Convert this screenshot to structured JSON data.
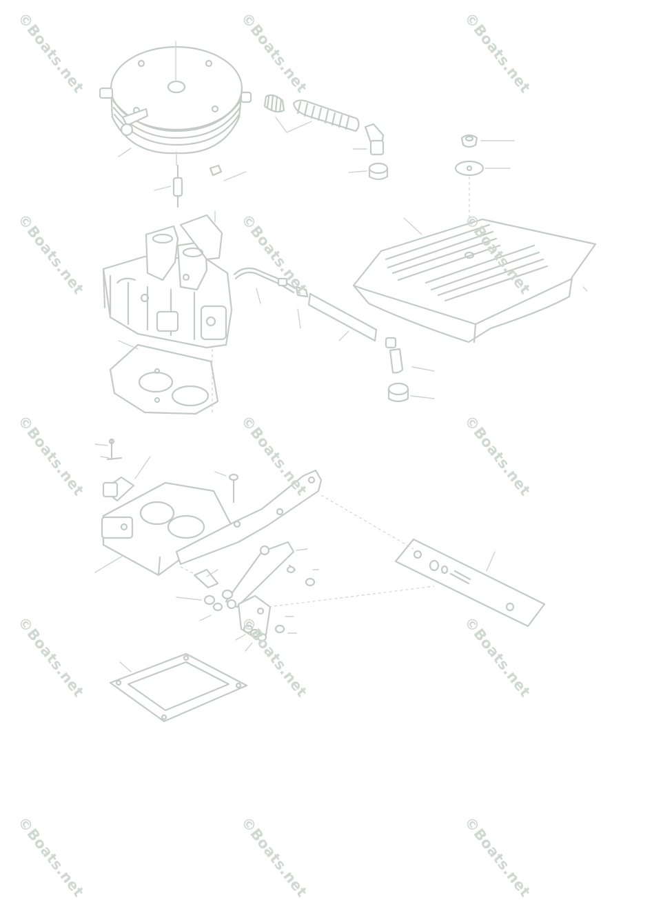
{
  "watermark": {
    "text": "©Boats.net",
    "color": "#cfd8d2"
  },
  "diagram": {
    "line_color": "#c3cbc6",
    "parts": [
      "air-cleaner",
      "air-cleaner-stud",
      "wing-nut",
      "breather-hose",
      "breather-elbow",
      "hose-grommet",
      "flame-arrestor-cover",
      "cover-nut",
      "cover-washer",
      "throttle-body",
      "throttle-body-gasket",
      "vent-tube",
      "vent-hose",
      "vent-elbow",
      "vent-grommet",
      "sensor",
      "sensor-connector",
      "adapter-plate",
      "stud",
      "mounting-bracket",
      "throttle-linkage",
      "throttle-lever",
      "linkage-bracket",
      "linkage-hardware",
      "base-gasket"
    ]
  }
}
